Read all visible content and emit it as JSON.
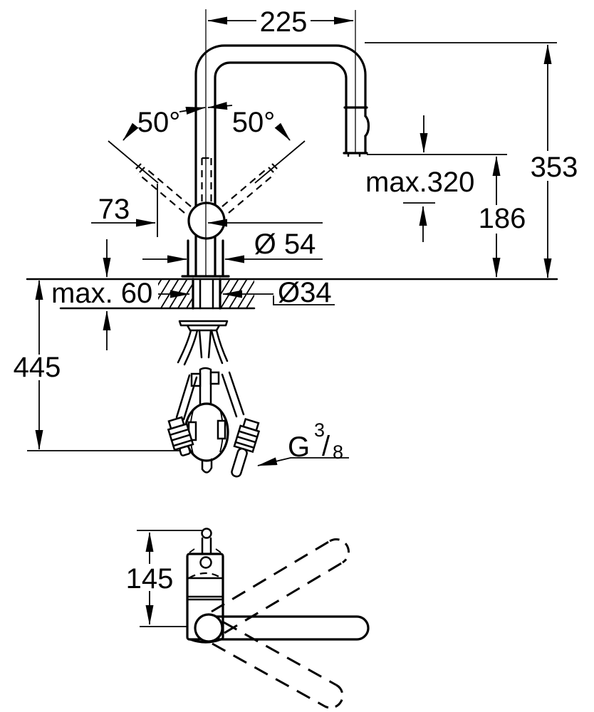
{
  "colors": {
    "line": "#000000",
    "background": "#ffffff"
  },
  "side_view": {
    "dim_spout_reach": "225",
    "dim_handle_swivel_left": "50°",
    "dim_handle_swivel_right": "50°",
    "dim_total_height": "353",
    "dim_outlet_clearance_max": "max.320",
    "dim_outlet_height": "186",
    "dim_handle_offset": "73",
    "dim_body_diameter": "Ø 54",
    "dim_deck_thickness_max": "max. 60",
    "dim_hole_diameter": "Ø34",
    "dim_hose_length": "445",
    "thread_spec": {
      "prefix": "G",
      "numerator": "3",
      "slash": "/",
      "denominator": "8"
    }
  },
  "top_view": {
    "dim_body_height": "145"
  }
}
